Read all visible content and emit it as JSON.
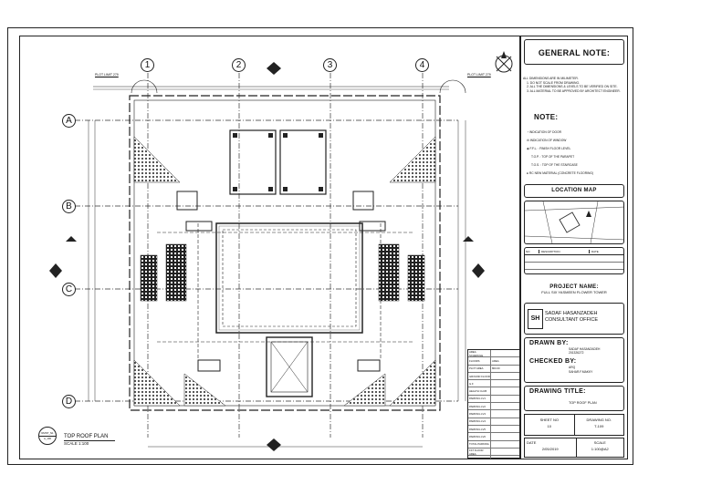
{
  "title_block": {
    "general_note_title": "GENERAL NOTE:",
    "general_notes": [
      "ALL DIMENSIONS ARE IN MILIMETER.",
      "1.  DO NOT SCALE FROM DRAWING.",
      "2.  ALL THE DIMENSIONS & LEVELS TO BE VERIFIED ON SITE.",
      "3.  ALL MATERIAL TO BE APPROVED BY ARCHITECT ENGINEER."
    ],
    "note_title": "NOTE:",
    "notes": [
      "INDICATION OF DOOR",
      "INDICATION OF WINDOW",
      "F.F.L. : FINISH FLOOR LEVEL",
      "T.O.P. : TOP OF THE PARAPET",
      "T.O.S. : TOP OF THE STAIRCASE",
      "RC NEW MATERIAL (CONCRETE FLOORING)"
    ],
    "location_map_title": "LOCATION MAP",
    "revision_header": [
      "NO",
      "DESCRIPTION",
      "DATE"
    ],
    "project_name_label": "PROJECT NAME:",
    "project_name": "FULL SIX YASMEEN FLOWER TOWER",
    "office_logo": "SH",
    "office_name_line1": "SADAF HASANZADEH",
    "office_name_line2": "CONSULTANT OFFICE",
    "drawn_by_label": "DRAWN BY:",
    "drawn_by_name": "SADAF HASANZADEH",
    "drawn_by_id": "201326272",
    "checked_by_label": "CHECKED BY:",
    "checked_by_line1": "ARQ",
    "checked_by_line2": "SAHAR.F.MAKKY",
    "drawing_title_label": "DRAWING TITLE:",
    "drawing_title": "TOP ROOF PLAN",
    "sheet_no_label": "SHEET NO",
    "sheet_no": "10",
    "drawing_no_label": "DRAWING NO.",
    "drawing_no": "T-109",
    "date_label": "DATE",
    "date": "2/05/2019",
    "scale_label": "SCALE",
    "scale": "1:100@A2"
  },
  "plan": {
    "grid_columns": [
      "1",
      "2",
      "3",
      "4"
    ],
    "grid_rows": [
      "A",
      "B",
      "C",
      "D"
    ],
    "plot_limit_left": "PLOT LIMIT 279",
    "plot_limit_right": "PLOT LIMIT 279",
    "title": "TOP ROOF PLAN",
    "scale_text": "SCALE 1:100",
    "tag_top": "RMNT_N1",
    "tag_bottom": "A_100"
  },
  "schedule": {
    "rows": [
      [
        "AREA SCHEDULE",
        ""
      ],
      [
        "FLOORS",
        "AREA"
      ],
      [
        "PLOT AREA",
        "800.00"
      ],
      [
        "GROUND FLOOR",
        ""
      ],
      [
        "G.F",
        ""
      ],
      [
        "HEALTH CLUB",
        ""
      ],
      [
        "PARKING LV1",
        ""
      ],
      [
        "PARKING LV2",
        ""
      ],
      [
        "PARKING LV3",
        ""
      ],
      [
        "PARKING LV4",
        ""
      ],
      [
        "PARKING LV5",
        ""
      ],
      [
        "PARKING LV6",
        ""
      ],
      [
        "TOTAL PARKING",
        ""
      ],
      [
        "1ST FLOOR AREA",
        ""
      ],
      [
        "TYPICAL FLOOR",
        ""
      ],
      [
        "TOTAL TYPICAL",
        ""
      ]
    ]
  }
}
